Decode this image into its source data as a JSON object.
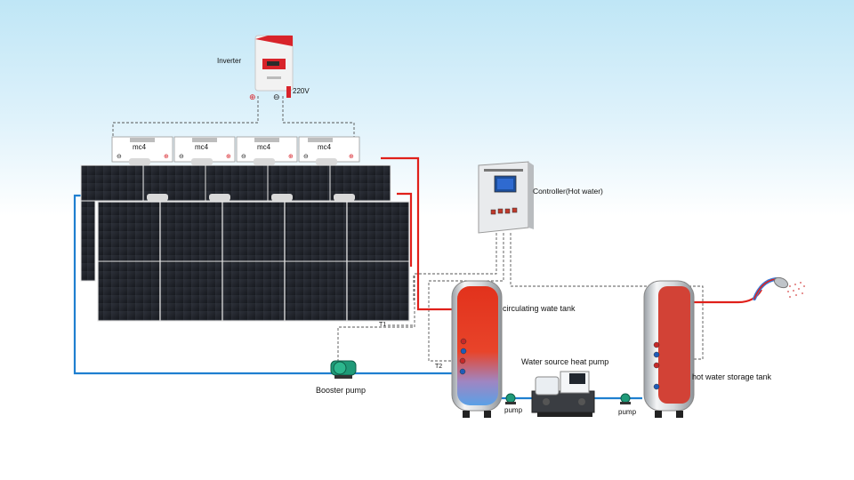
{
  "labels": {
    "inverter": "Inverter",
    "voltage": "220V",
    "controller": "Controller(Hot water)",
    "circulating_tank": "circulating wate tank",
    "heat_pump": "Water source heat pump",
    "storage_tank": "hot water storage tank",
    "booster_pump": "Booster pump",
    "pump_left": "pump",
    "pump_right": "pump",
    "t1": "T1",
    "t2": "T2",
    "connectors": [
      "mc4",
      "mc4",
      "mc4",
      "mc4"
    ],
    "plus_sign": "⊕",
    "minus_sign": "⊖"
  },
  "colors": {
    "hot_pipe": "#e0201a",
    "cold_pipe": "#1f7fd0",
    "signal_wire": "#555555",
    "panel": "#1a1d24",
    "tank_hot": "#e2321c",
    "tank_cold": "#5aa0e6",
    "tank_storage": "#d24236",
    "pump_green": "#1f9a78"
  }
}
